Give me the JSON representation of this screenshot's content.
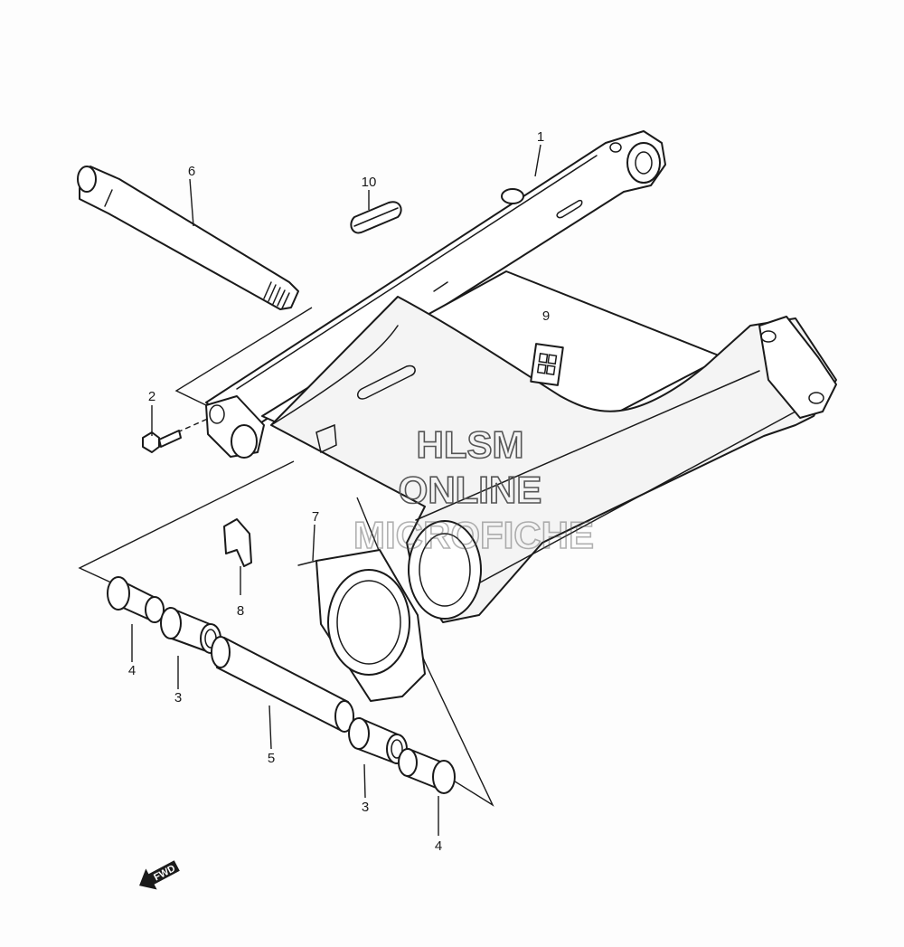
{
  "callouts": {
    "c1": "1",
    "c2": "2",
    "c3a": "3",
    "c3b": "3",
    "c4a": "4",
    "c4b": "4",
    "c5": "5",
    "c6": "6",
    "c7": "7",
    "c8": "8",
    "c9": "9",
    "c10": "10"
  },
  "watermark": {
    "line1": "HLSM",
    "line2": "ONLINE",
    "line3": "MICROFICHE",
    "color": "#555555"
  },
  "fwd_label": "FWD"
}
